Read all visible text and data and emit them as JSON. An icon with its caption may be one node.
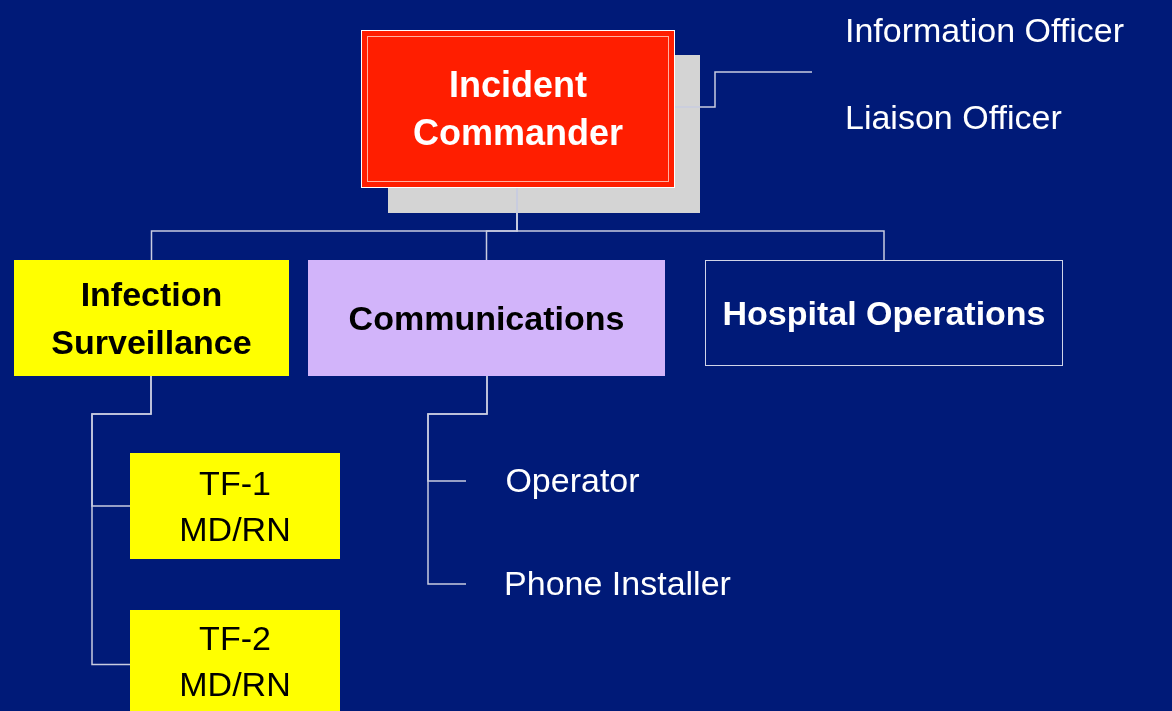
{
  "diagram": {
    "nodes": [
      {
        "text": [
          "Incident Commander"
        ]
      },
      {
        "text": [
          "Infection Surveillance"
        ]
      },
      {
        "text": [
          "Communications"
        ]
      },
      {
        "text": [
          "Hospital Operations"
        ]
      },
      {
        "text": [
          "TF-1 MD/RN"
        ]
      },
      {
        "text": [
          "TF-2 MD/RN"
        ]
      },
      {
        "text": [
          "Operator"
        ]
      },
      {
        "text": [
          "Phone Installer"
        ]
      }
    ],
    "edges": [
      {
        "from": 0,
        "to": 1,
        "arrow": "none"
      },
      {
        "from": 0,
        "to": 2,
        "arrow": "none"
      },
      {
        "from": 0,
        "to": 3,
        "arrow": "none"
      },
      {
        "from": 1,
        "to": 4,
        "arrow": "none"
      },
      {
        "from": 1,
        "to": 5,
        "arrow": "none"
      },
      {
        "from": 2,
        "to": 6,
        "arrow": "none"
      },
      {
        "from": 2,
        "to": 7,
        "arrow": "none"
      },
      {
        "from": 0,
        "to": null,
        "arrow": "none"
      }
    ],
    "labels": [
      "Information Officer",
      "Liaison Officer"
    ]
  }
}
